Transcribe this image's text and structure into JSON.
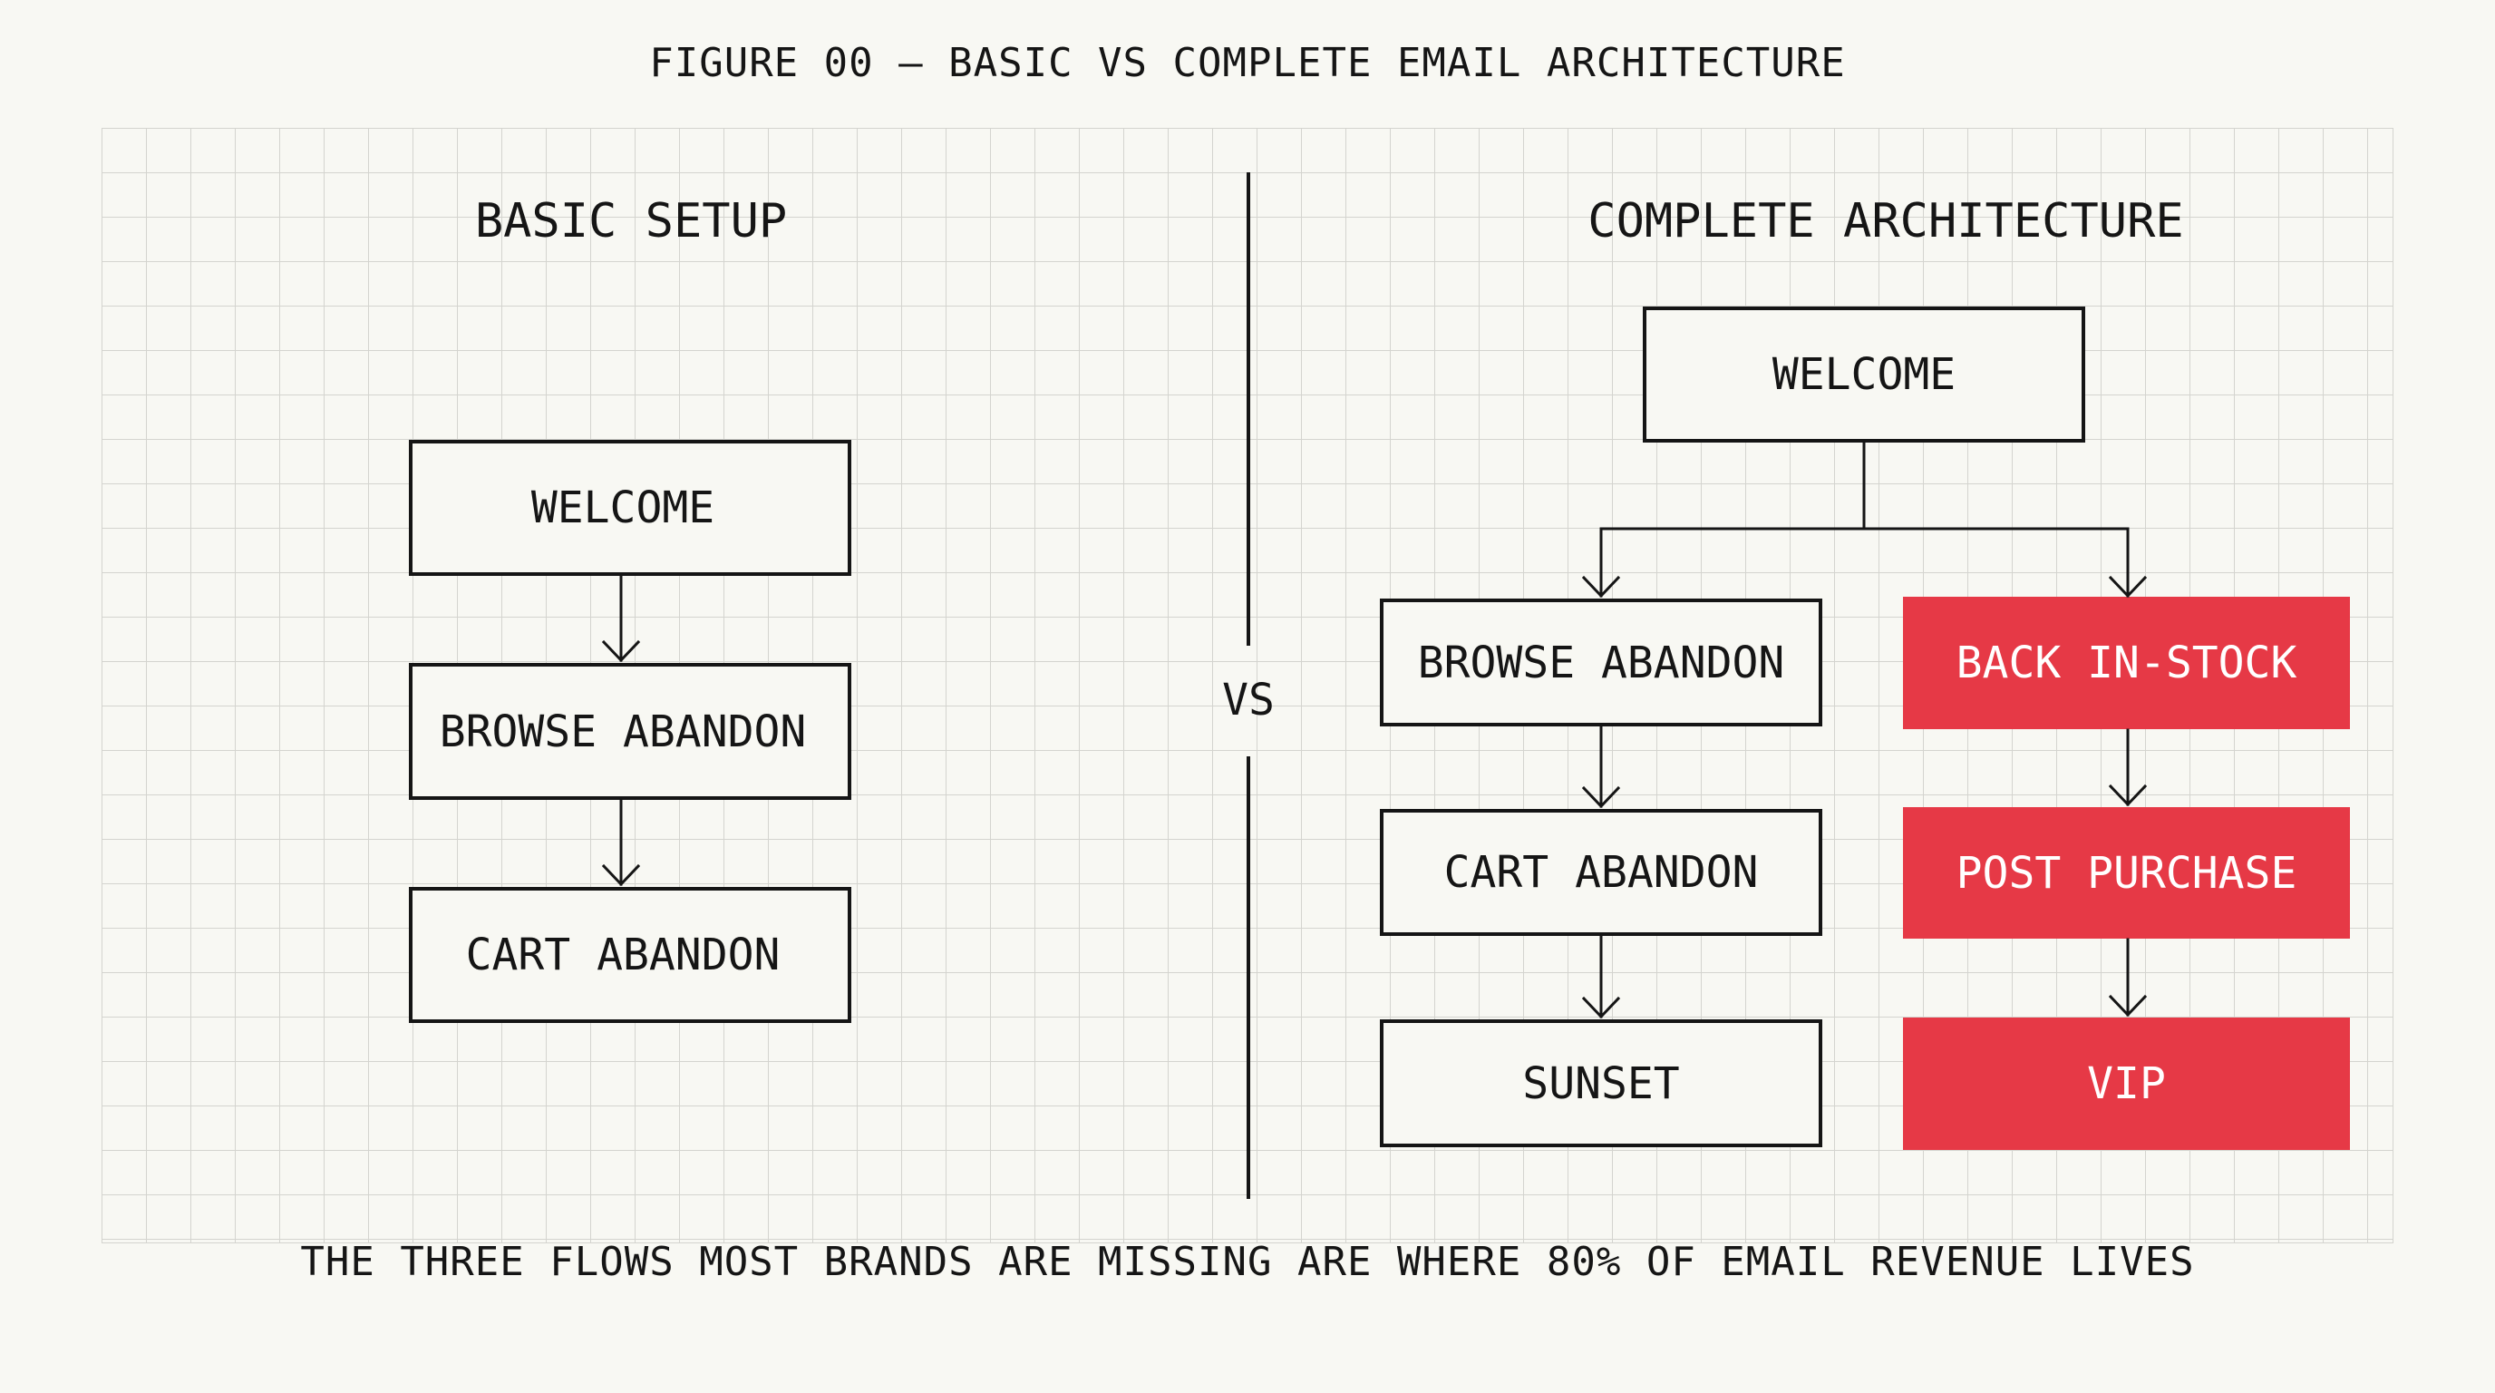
{
  "figure_title": "FIGURE 00 — BASIC VS COMPLETE EMAIL ARCHITECTURE",
  "basic": {
    "title": "BASIC SETUP",
    "flows": [
      "WELCOME",
      "BROWSE ABANDON",
      "CART ABANDON"
    ]
  },
  "divider_label": "VS",
  "complete": {
    "title": "COMPLETE ARCHITECTURE",
    "root": "WELCOME",
    "left_flows": [
      "BROWSE ABANDON",
      "CART ABANDON",
      "SUNSET"
    ],
    "right_flows": [
      "BACK IN-STOCK",
      "POST PURCHASE",
      "VIP"
    ]
  },
  "caption": "THE THREE FLOWS MOST BRANDS ARE MISSING ARE WHERE 80% OF EMAIL REVENUE LIVES",
  "colors": {
    "accent": "#e63946",
    "ink": "#151515",
    "background": "#f8f8f3",
    "grid": "#d4d4cf"
  }
}
